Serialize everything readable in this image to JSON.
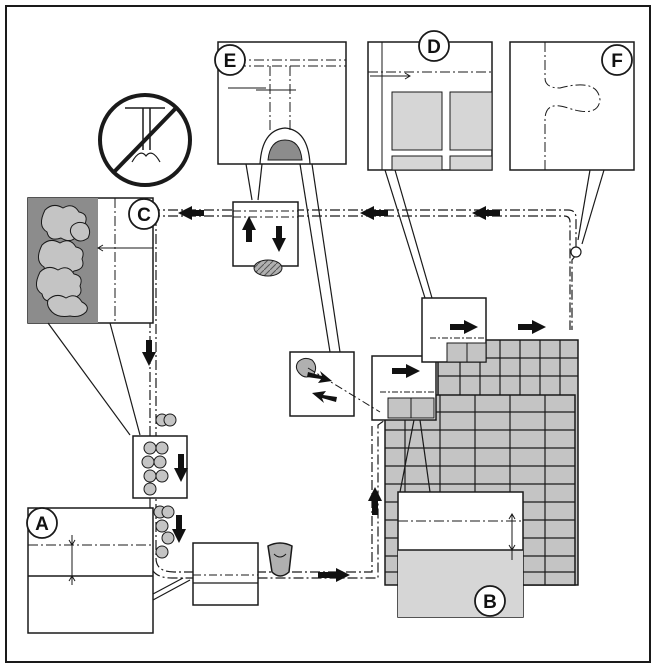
{
  "colors": {
    "ink": "#1a1a1a",
    "panel_fill": "#d6d6d6",
    "bush_fill": "#b8b8b8",
    "grass_fill": "#8c8c8c",
    "background": "#ffffff"
  },
  "callouts": [
    {
      "id": "A",
      "label": "A"
    },
    {
      "id": "B",
      "label": "B"
    },
    {
      "id": "C",
      "label": "C"
    },
    {
      "id": "D",
      "label": "D"
    },
    {
      "id": "E",
      "label": "E"
    },
    {
      "id": "F",
      "label": "F"
    }
  ],
  "icons": {
    "prohibited": "prohibited-branch-icon",
    "direction": "direction-arrow-icon",
    "mower": "robotic-mower-icon"
  }
}
